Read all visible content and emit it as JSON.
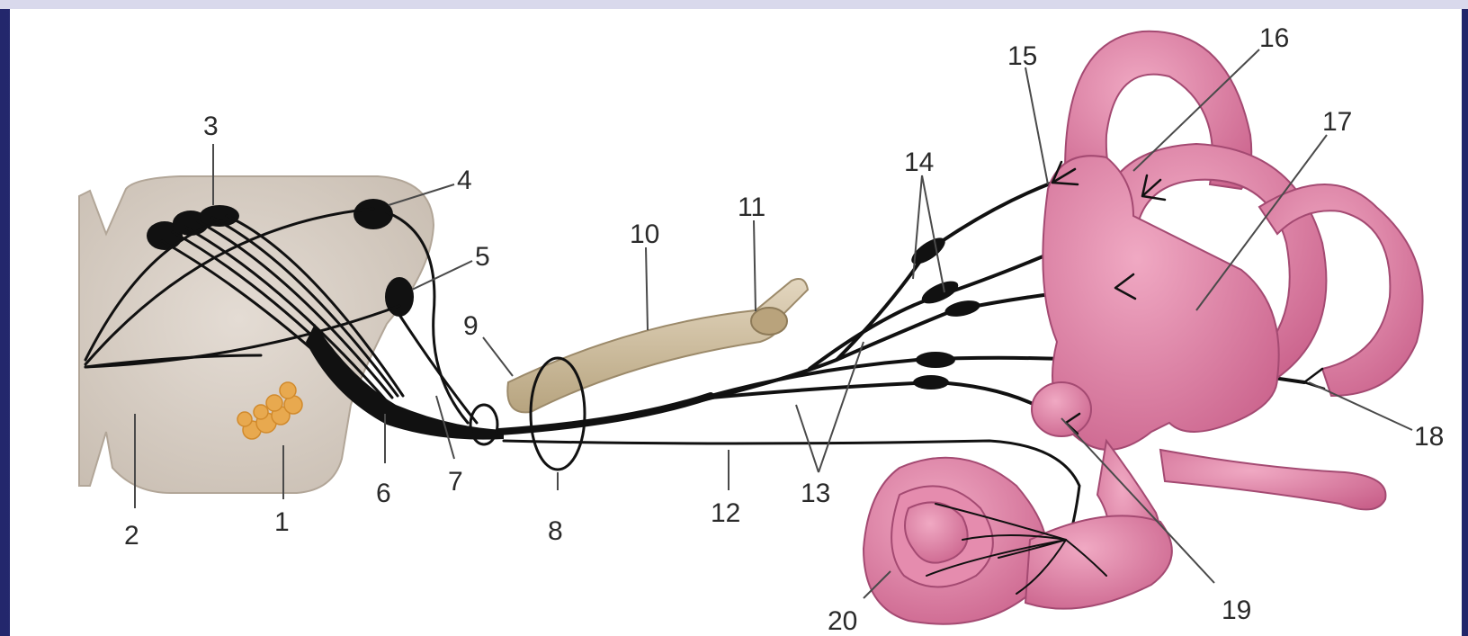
{
  "diagram": {
    "labels": [
      "1",
      "2",
      "3",
      "4",
      "5",
      "6",
      "7",
      "8",
      "9",
      "10",
      "11",
      "12",
      "13",
      "14",
      "15",
      "16",
      "17",
      "18",
      "19",
      "20"
    ],
    "colors": {
      "brainstem": "#d9cfc6",
      "nucleus": "#e8a94f",
      "labyrinth": "#d9799b",
      "labyrinth_dark": "#b8567c",
      "artery": "#cdbb9e",
      "nerve": "#111111",
      "slide_background": "#2b3182"
    }
  }
}
